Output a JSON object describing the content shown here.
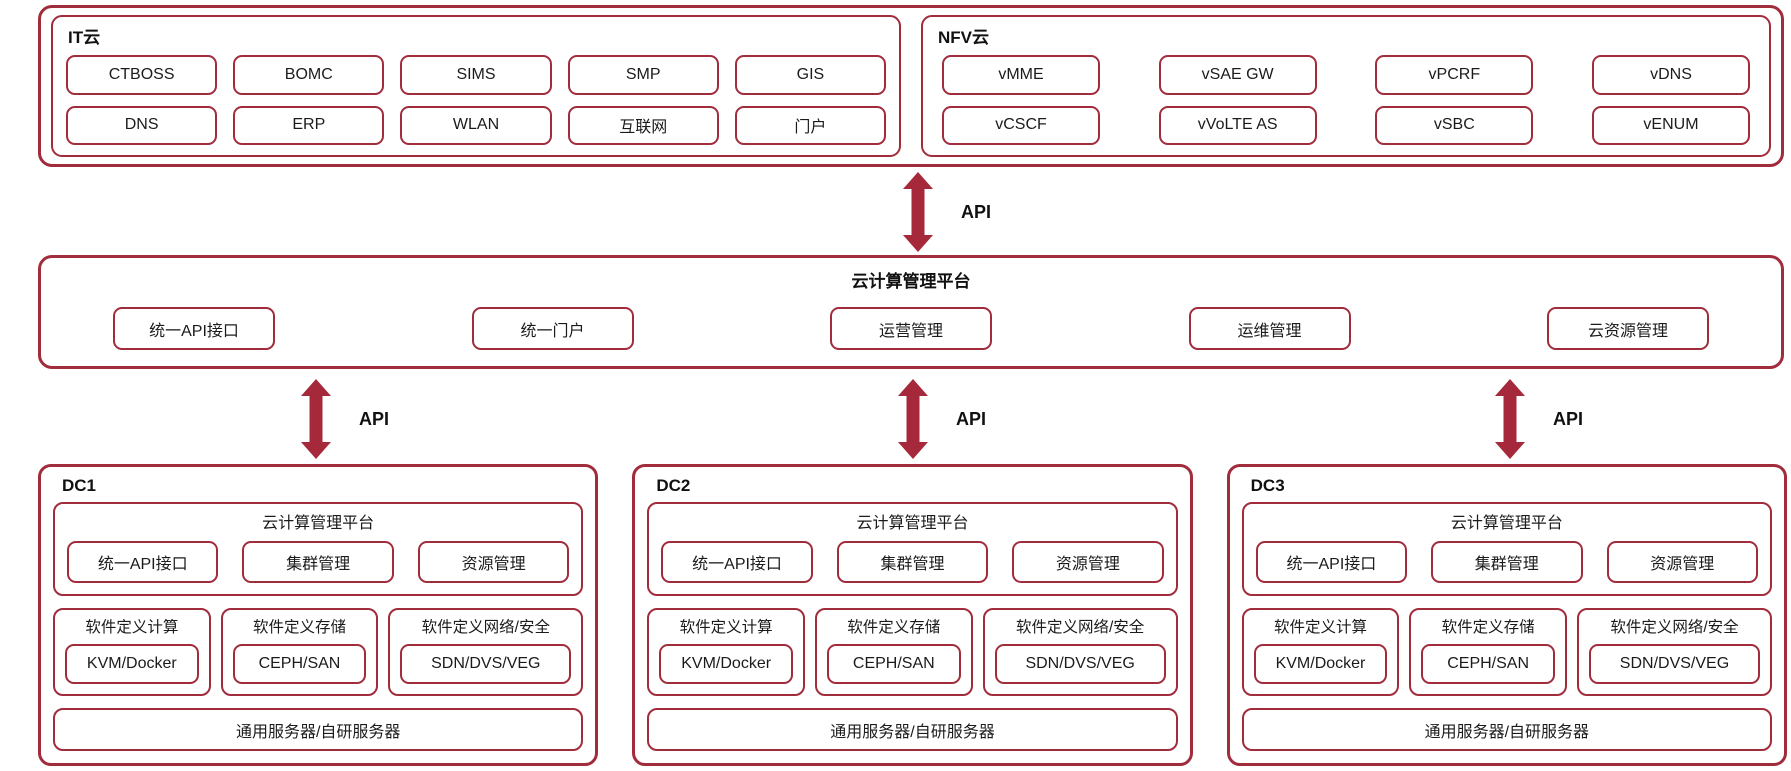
{
  "colors": {
    "accent": "#A12C3C",
    "text": "#1b1b1b"
  },
  "top_section": {
    "it_cloud": {
      "title": "IT云",
      "row1": [
        "CTBOSS",
        "BOMC",
        "SIMS",
        "SMP",
        "GIS"
      ],
      "row2": [
        "DNS",
        "ERP",
        "WLAN",
        "互联网",
        "门户"
      ]
    },
    "nfv_cloud": {
      "title": "NFV云",
      "row1": [
        "vMME",
        "vSAE GW",
        "vPCRF",
        "vDNS"
      ],
      "row2": [
        "vCSCF",
        "vVoLTE AS",
        "vSBC",
        "vENUM"
      ]
    }
  },
  "api_links": {
    "top": "API",
    "dc1": "API",
    "dc2": "API",
    "dc3": "API"
  },
  "management_platform": {
    "title": "云计算管理平台",
    "modules": [
      "统一API接口",
      "统一门户",
      "运营管理",
      "运维管理",
      "云资源管理"
    ]
  },
  "datacenters": [
    {
      "name": "DC1",
      "platform": {
        "title": "云计算管理平台",
        "modules": [
          "统一API接口",
          "集群管理",
          "资源管理"
        ]
      },
      "layers": [
        {
          "title": "软件定义计算",
          "tech": "KVM/Docker"
        },
        {
          "title": "软件定义存储",
          "tech": "CEPH/SAN"
        },
        {
          "title": "软件定义网络/安全",
          "tech": "SDN/DVS/VEG"
        }
      ],
      "hardware": "通用服务器/自研服务器"
    },
    {
      "name": "DC2",
      "platform": {
        "title": "云计算管理平台",
        "modules": [
          "统一API接口",
          "集群管理",
          "资源管理"
        ]
      },
      "layers": [
        {
          "title": "软件定义计算",
          "tech": "KVM/Docker"
        },
        {
          "title": "软件定义存储",
          "tech": "CEPH/SAN"
        },
        {
          "title": "软件定义网络/安全",
          "tech": "SDN/DVS/VEG"
        }
      ],
      "hardware": "通用服务器/自研服务器"
    },
    {
      "name": "DC3",
      "platform": {
        "title": "云计算管理平台",
        "modules": [
          "统一API接口",
          "集群管理",
          "资源管理"
        ]
      },
      "layers": [
        {
          "title": "软件定义计算",
          "tech": "KVM/Docker"
        },
        {
          "title": "软件定义存储",
          "tech": "CEPH/SAN"
        },
        {
          "title": "软件定义网络/安全",
          "tech": "SDN/DVS/VEG"
        }
      ],
      "hardware": "通用服务器/自研服务器"
    }
  ]
}
